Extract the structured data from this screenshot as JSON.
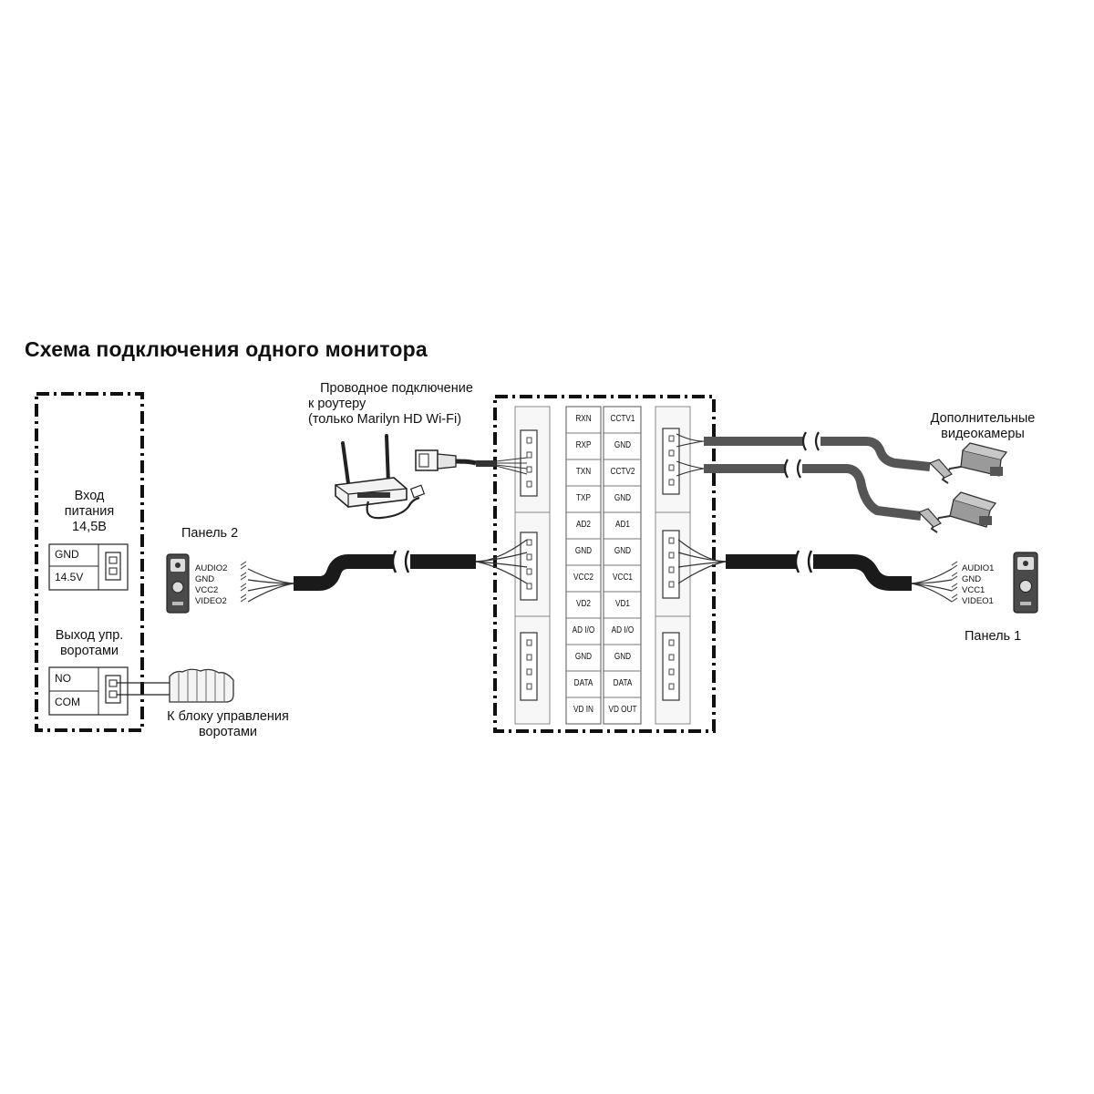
{
  "diagram": {
    "title": "Схема подключения одного монитора",
    "power_input": {
      "label_line1": "Вход",
      "label_line2": "питания",
      "label_line3": "14,5В",
      "terminals": [
        "GND",
        "14.5V"
      ]
    },
    "gate_output": {
      "label_line1": "Выход упр.",
      "label_line2": "воротами",
      "terminals": [
        "NO",
        "COM"
      ]
    },
    "gate_block": {
      "label_line1": "К блоку управления",
      "label_line2": "воротами"
    },
    "router": {
      "label_line1": "Проводное подключение",
      "label_line2": "к роутеру",
      "label_line3": "(только Marilyn HD Wi-Fi)"
    },
    "panel2": {
      "name": "Панель 2",
      "pins": [
        "AUDIO2",
        "GND",
        "VCC2",
        "VIDEO2"
      ]
    },
    "panel1": {
      "name": "Панель 1",
      "pins": [
        "AUDIO1",
        "GND",
        "VCC1",
        "VIDEO1"
      ]
    },
    "cameras": {
      "label_line1": "Дополнительные",
      "label_line2": "видеокамеры"
    },
    "terminal_block": {
      "left_column": [
        "RXN",
        "RXP",
        "TXN",
        "TXP",
        "AD2",
        "GND",
        "VCC2",
        "VD2",
        "AD I/O",
        "GND",
        "DATA",
        "VD IN"
      ],
      "right_column": [
        "CCTV1",
        "GND",
        "CCTV2",
        "GND",
        "AD1",
        "GND",
        "VCC1",
        "VD1",
        "AD I/O",
        "GND",
        "DATA",
        "VD OUT"
      ]
    }
  }
}
